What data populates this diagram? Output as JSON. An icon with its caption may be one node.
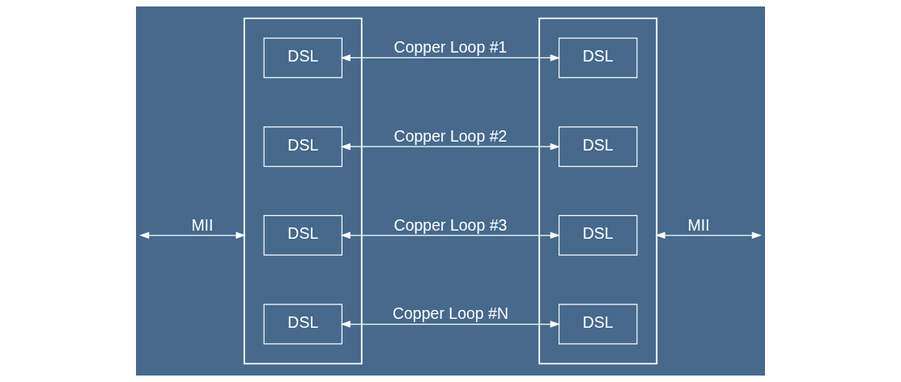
{
  "diagram": {
    "nodes": [
      {
        "text": [],
        "shape": "box"
      },
      {
        "text": [
          "DSL"
        ],
        "in": 0
      },
      {
        "text": [
          "DSL"
        ],
        "in": 0
      },
      {
        "text": [
          "DSL"
        ],
        "in": 0
      },
      {
        "text": [
          "DSL"
        ],
        "in": 0
      },
      {
        "text": [],
        "shape": "box"
      },
      {
        "text": [
          "DSL"
        ],
        "in": 5
      },
      {
        "text": [
          "DSL"
        ],
        "in": 5
      },
      {
        "text": [
          "DSL"
        ],
        "in": 5
      },
      {
        "text": [
          "DSL"
        ],
        "in": 5
      }
    ],
    "edges": [
      {
        "from": null,
        "to": 0,
        "arrow": "both",
        "label": "MII"
      },
      {
        "from": 1,
        "to": 6,
        "arrow": "both",
        "label": "Copper Loop #1"
      },
      {
        "from": 2,
        "to": 7,
        "arrow": "both",
        "label": "Copper Loop #2"
      },
      {
        "from": 3,
        "to": 8,
        "arrow": "both",
        "label": "Copper Loop #3"
      },
      {
        "from": 4,
        "to": 9,
        "arrow": "both",
        "label": "Copper Loop #N"
      },
      {
        "from": 5,
        "to": null,
        "arrow": "both",
        "label": "MII"
      }
    ]
  }
}
